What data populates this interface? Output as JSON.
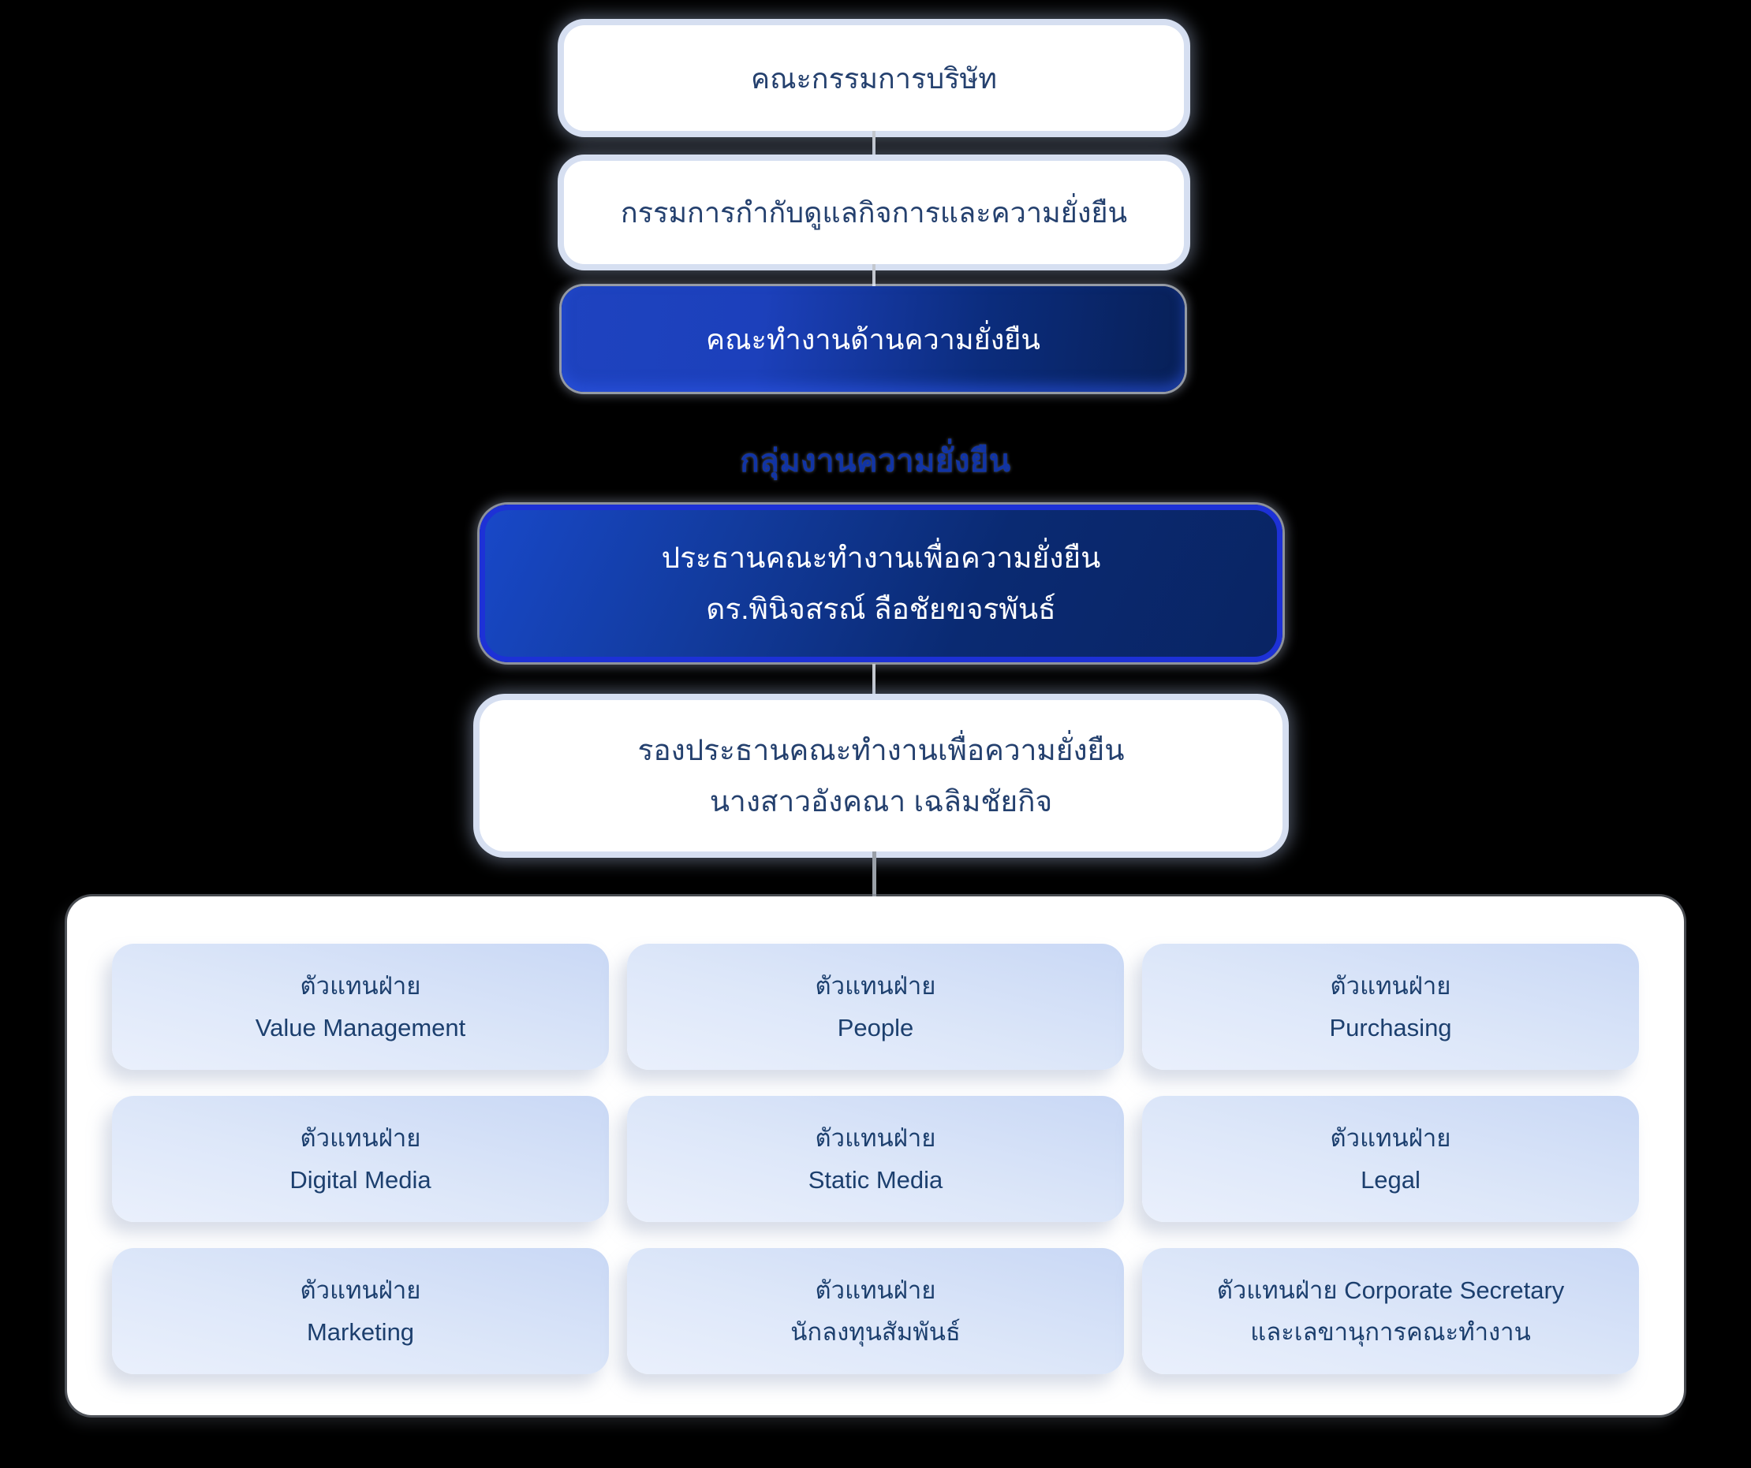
{
  "boxes": {
    "board": {
      "label": "คณะกรรมการบริษัท"
    },
    "governance": {
      "label": "กรรมการกำกับดูแลกิจการและความยั่งยืน"
    },
    "working_group": {
      "label": "คณะทำงานด้านความยั่งยืน"
    }
  },
  "group_label": "กลุ่มงานความยั่งยืน",
  "chairman": {
    "title": "ประธานคณะทำงานเพื่อความยั่งยืน",
    "name": "ดร.พินิจสรณ์ ลือชัยขจรพันธ์"
  },
  "vice_chairman": {
    "title": "รองประธานคณะทำงานเพื่อความยั่งยืน",
    "name": "นางสาวอังคณา เฉลิมชัยกิจ"
  },
  "representatives": [
    {
      "line1": "ตัวแทนฝ่าย",
      "line2": "Value Management"
    },
    {
      "line1": "ตัวแทนฝ่าย",
      "line2": "People"
    },
    {
      "line1": "ตัวแทนฝ่าย",
      "line2": "Purchasing"
    },
    {
      "line1": "ตัวแทนฝ่าย",
      "line2": "Digital Media"
    },
    {
      "line1": "ตัวแทนฝ่าย",
      "line2": "Static Media"
    },
    {
      "line1": "ตัวแทนฝ่าย",
      "line2": "Legal"
    },
    {
      "line1": "ตัวแทนฝ่าย",
      "line2": "Marketing"
    },
    {
      "line1": "ตัวแทนฝ่าย",
      "line2": "นักลงทุนสัมพันธ์"
    },
    {
      "line1": "ตัวแทนฝ่าย Corporate Secretary",
      "line2": "และเลขานุการคณะทำงาน"
    }
  ],
  "colors": {
    "background": "#000000",
    "dark_box_gradient_start": "#1e43c0",
    "dark_box_gradient_end": "#082057",
    "dark_box_border": "#1d31d6",
    "white_box_fill": "#ffffff",
    "white_box_glow": "#d6dff1",
    "navy_text": "#24406e",
    "group_label_text": "#1134a4",
    "rep_box_gradient_start": "#c9d8f5",
    "rep_box_gradient_end": "#eaf0fc",
    "connector_gray": "#9aa0a8"
  }
}
